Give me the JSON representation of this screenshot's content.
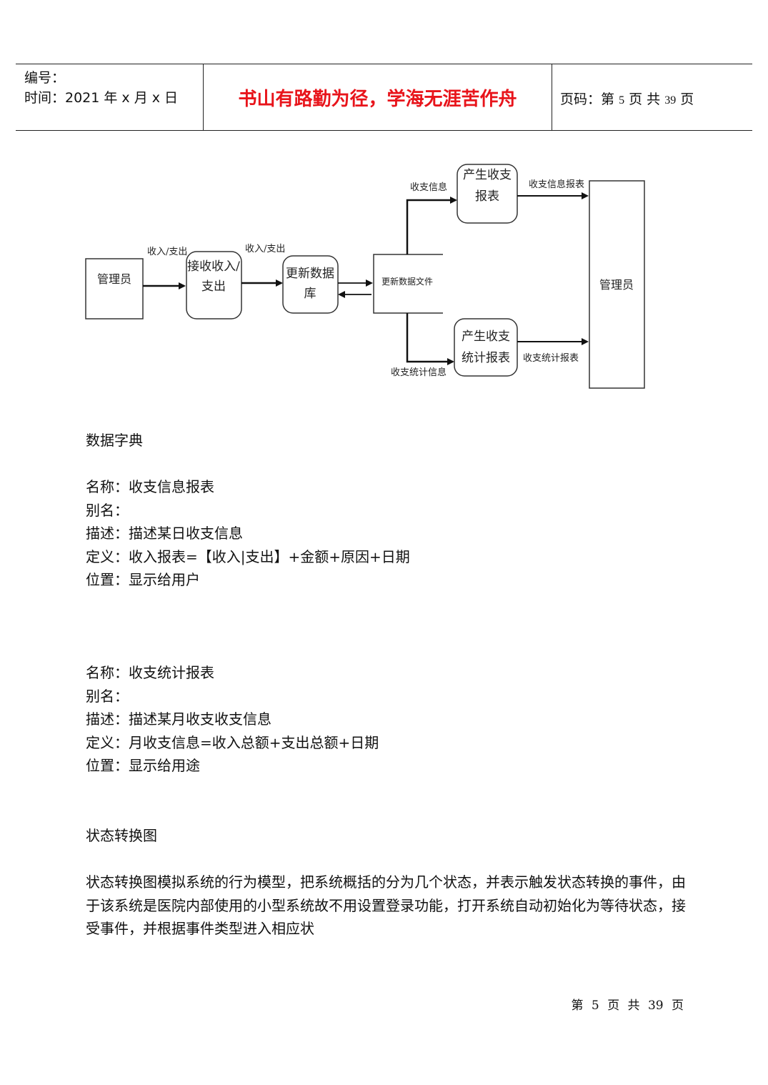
{
  "header": {
    "serial_label": "编号：",
    "time_label": "时间：2021 年 x 月 x 日",
    "motto": "书山有路勤为径，学海无涯苦作舟",
    "page_prefix": "页码：第",
    "page_current": "5",
    "page_mid": "页  共",
    "page_total": "39",
    "page_suffix": "页"
  },
  "diagram": {
    "admin_left": "管理员",
    "label_in_out_1": "收入/支出",
    "receive_line1": "接收收入/",
    "receive_line2": "支出",
    "label_in_out_2": "收入/支出",
    "update_db_line1": "更新数据",
    "update_db_line2": "库",
    "data_file": "更新数据文件",
    "label_info": "收支信息",
    "report_line1": "产生收支",
    "report_line2": "报表",
    "label_info_report": "收支信息报表",
    "stat_line1": "产生收支",
    "stat_line2": "统计报表",
    "label_stat_report": "收支统计报表",
    "label_stat_info": "收支统计信息",
    "admin_right": "管理员"
  },
  "content": {
    "section_dict": "数据字典",
    "entry1": {
      "name": "名称：收支信息报表",
      "alias": "别名：",
      "desc": "描述：描述某日收支信息",
      "def": "定义：收入报表=【收入|支出】+金额+原因+日期",
      "pos": "位置：显示给用户"
    },
    "entry2": {
      "name": "名称：收支统计报表",
      "alias": "别名：",
      "desc": "描述：描述某月收支收支信息",
      "def": "定义：月收支信息=收入总额+支出总额+日期",
      "pos": "位置：显示给用途"
    },
    "section_state": "状态转换图",
    "state_para": "状态转换图模拟系统的行为模型，把系统概括的分为几个状态，并表示触发状态转换的事件，由于该系统是医院内部使用的小型系统故不用设置登录功能，打开系统自动初始化为等待状态，接受事件，并根据事件类型进入相应状"
  },
  "footer": {
    "text": "第 5 页 共 39 页"
  }
}
